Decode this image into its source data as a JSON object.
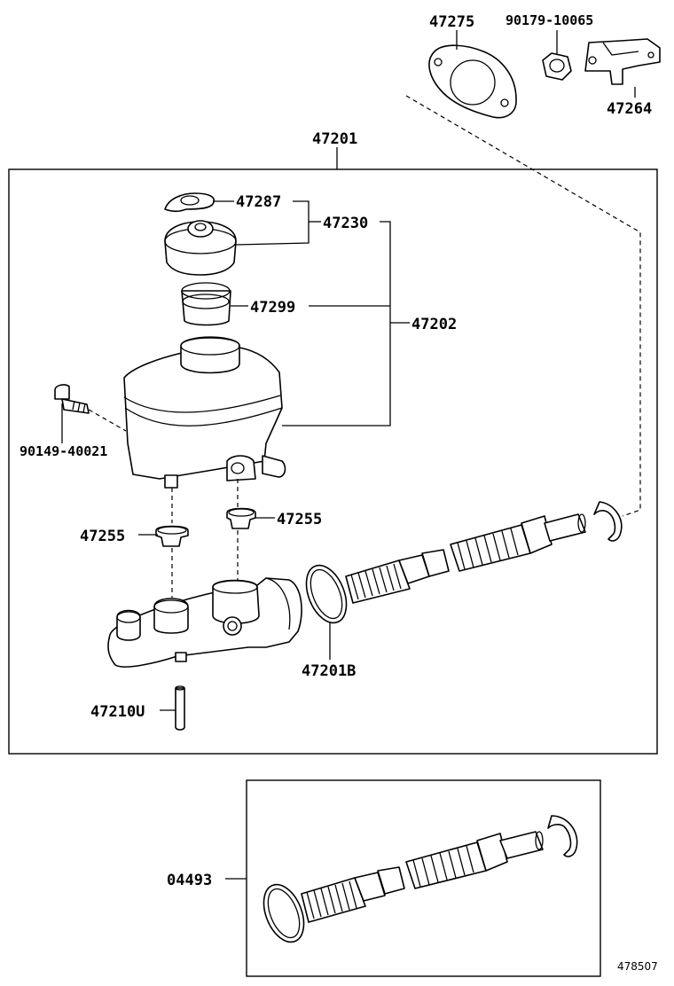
{
  "labels": {
    "p47275": "47275",
    "p90179": "90179-10065",
    "p47264": "47264",
    "p47201": "47201",
    "p47287": "47287",
    "p47230": "47230",
    "p47299": "47299",
    "p47202": "47202",
    "p90149": "90149-40021",
    "p47255a": "47255",
    "p47255b": "47255",
    "p47201b": "47201B",
    "p47210u": "47210U",
    "p04493": "04493"
  },
  "figure_number": "478507"
}
